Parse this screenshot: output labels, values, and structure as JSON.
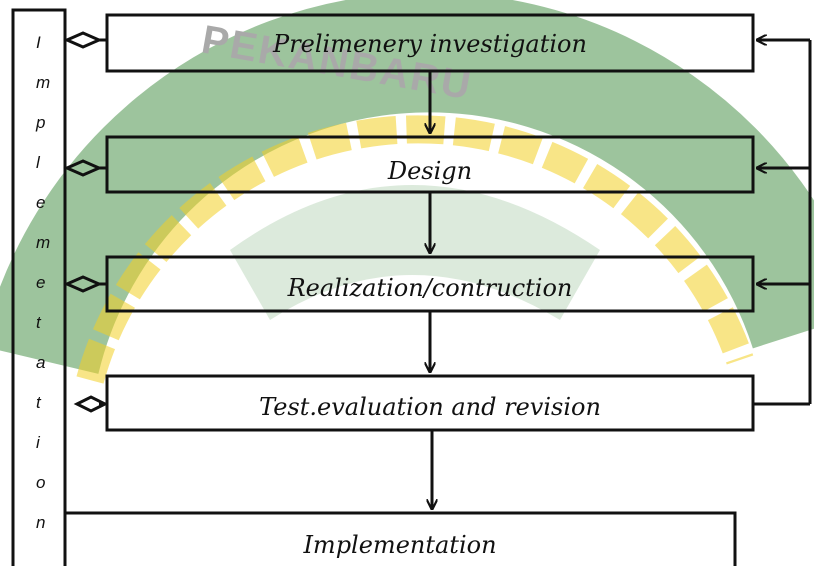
{
  "side_label": [
    "I",
    "m",
    "p",
    "l",
    "e",
    "m",
    "e",
    "t",
    "a",
    "t",
    "i",
    "o",
    "n"
  ],
  "steps": [
    {
      "label": "Prelimenery investigation"
    },
    {
      "label": "Design"
    },
    {
      "label": "Realization/contruction"
    },
    {
      "label": "Test.evaluation and revision"
    },
    {
      "label": "Implementation"
    }
  ],
  "watermark": {
    "text": "PEKANBARU",
    "colors": {
      "green": "#3c8a3c",
      "yellow": "#f2d024",
      "gray": "#a9a9a9"
    }
  },
  "colors": {
    "stroke": "#111111",
    "text": "#111111",
    "background": "#ffffff"
  }
}
